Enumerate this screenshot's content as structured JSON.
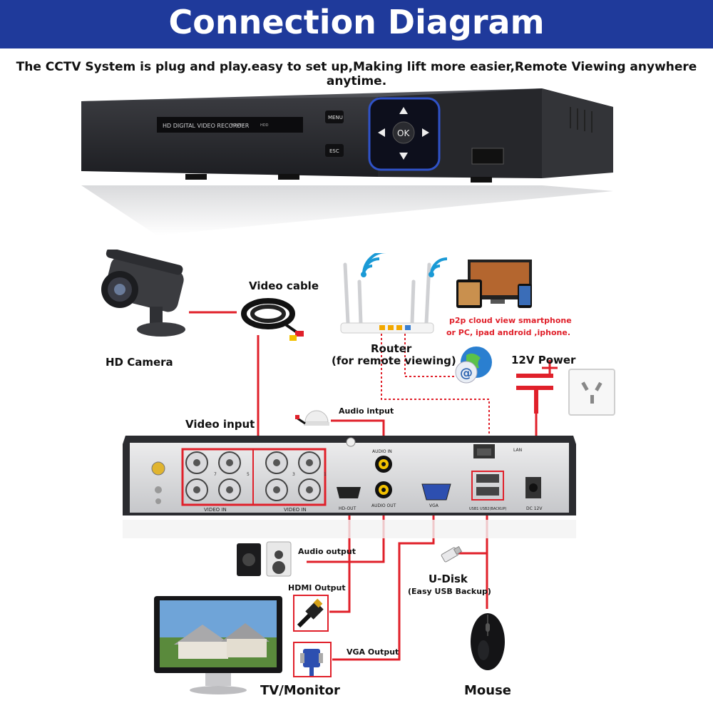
{
  "header": {
    "title": "Connection Diagram",
    "bg_color": "#1f3a9b"
  },
  "subtitle": "The CCTV System is plug and play.easy to set up,Making lift more easier,Remote Viewing anywhere anytime.",
  "dvr_front": {
    "model_text": "HD DIGITAL VIDEO RECORDER",
    "power_text": "POWER",
    "hdd_text": "HDD",
    "menu_label": "MENU",
    "esc_label": "ESC",
    "ok_label": "OK"
  },
  "labels": {
    "hd_camera": "HD Camera",
    "video_cable": "Video cable",
    "router": "Router",
    "router_sub": "(for remote viewing)",
    "p2p_line1": "p2p cloud  view smartphone",
    "p2p_line2": "or PC, ipad android ,iphone.",
    "power_12v": "12V Power",
    "video_input": "Video input",
    "audio_input": "Audio intput",
    "audio_output": "Audio output",
    "hdmi_output": "HDMI Output",
    "vga_output": "VGA Output",
    "u_disk": "U-Disk",
    "u_disk_sub": "(Easy USB Backup)",
    "tv_monitor": "TV/Monitor",
    "mouse": "Mouse"
  },
  "dvr_back": {
    "video_in_left": "VIDEO IN",
    "video_in_right": "VIDEO IN",
    "audio_in": "AUDIO IN",
    "audio_out": "AUDIO OUT",
    "hd_out": "HD-OUT",
    "vga": "VGA",
    "lan": "LAN",
    "usb": "USB1  USB2(BACKUP)",
    "dc": "DC 12V",
    "ch_top_left": [
      "7",
      "5"
    ],
    "ch_top_right": [
      "3",
      "1"
    ]
  },
  "colors": {
    "accent_red": "#e0202a",
    "router_wifi": "#1a9ad6",
    "dvr_body": "#2b2c30"
  }
}
